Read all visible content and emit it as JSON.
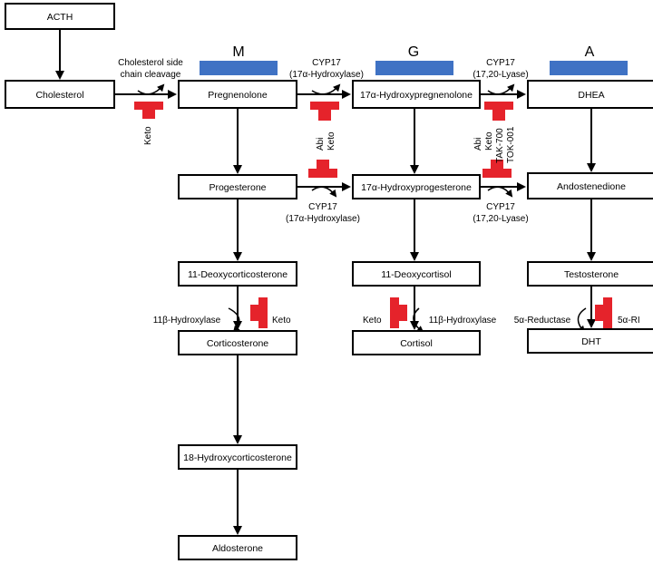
{
  "colors": {
    "box_border": "#000000",
    "arrow": "#000000",
    "inhibitor": "#e5232b",
    "phase_bar": "#3f72c4",
    "background": "#ffffff"
  },
  "phases": [
    {
      "id": "M",
      "label": "M"
    },
    {
      "id": "G",
      "label": "G"
    },
    {
      "id": "A",
      "label": "A"
    }
  ],
  "nodes": {
    "acth": "ACTH",
    "cholesterol": "Cholesterol",
    "pregnenolone": "Pregnenolone",
    "hydroxypregnenolone": "17α-Hydroxypregnenolone",
    "dhea": "DHEA",
    "progesterone": "Progesterone",
    "hydroxyprogesterone": "17α-Hydroxyprogesterone",
    "androstenedione": "Andostenedione",
    "deoxycorticosterone": "11-Deoxycorticosterone",
    "deoxycortisol": "11-Deoxycortisol",
    "testosterone": "Testosterone",
    "corticosterone": "Corticosterone",
    "cortisol": "Cortisol",
    "dht": "DHT",
    "hydroxycorticosterone": "18-Hydroxycorticosterone",
    "aldosterone": "Aldosterone"
  },
  "enzymes": {
    "side_chain_cleavage": [
      "Cholesterol side",
      "chain cleavage"
    ],
    "cyp17_hydroxylase_top": [
      "CYP17",
      "(17α-Hydroxylase)"
    ],
    "cyp17_lyase_top": [
      "CYP17",
      "(17,20-Lyase)"
    ],
    "cyp17_hydroxylase_bottom": [
      "CYP17",
      "(17α-Hydroxylase)"
    ],
    "cyp17_lyase_bottom": [
      "CYP17",
      "(17,20-Lyase)"
    ],
    "hydroxylase_11b_left": "11β-Hydroxylase",
    "hydroxylase_11b_right": "11β-Hydroxylase",
    "reductase_5a": "5α-Reductase"
  },
  "inhibitors": {
    "keto_cholesterol": "Keto",
    "abi_keto_hydroxylase": [
      "Abi",
      "Keto"
    ],
    "abi_lyase": [
      "Abi",
      "Keto",
      "TAK-700",
      "TOK-001"
    ],
    "keto_11b_left": "Keto",
    "keto_11b_right": "Keto",
    "ari_5a": "5α-RI"
  }
}
